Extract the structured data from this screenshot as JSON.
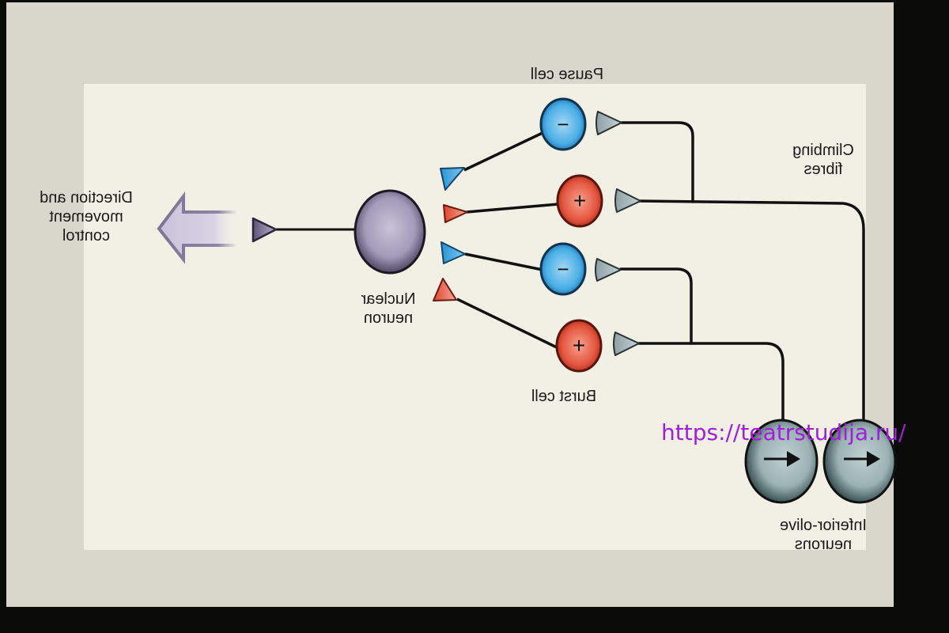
{
  "figure": {
    "mirrored": true,
    "labels": {
      "output": "Direction and\nmovement\ncontrol",
      "nuclear_neuron": "Nuclear\nneuron",
      "pause_cell": "Pause cell",
      "burst_cell": "Burst cell",
      "climbing_fibres": "Climbing\nfibres",
      "inferior_olive": "Inferior-olive\nneurons"
    },
    "cells": [
      {
        "type": "pause",
        "sign": "−",
        "color": "#3aa6e0"
      },
      {
        "type": "burst",
        "sign": "+",
        "color": "#e2503a"
      },
      {
        "type": "pause",
        "sign": "−",
        "color": "#3aa6e0"
      },
      {
        "type": "burst",
        "sign": "+",
        "color": "#e2503a"
      }
    ],
    "olive_neurons": [
      {
        "symbol": "→"
      },
      {
        "symbol": "→"
      }
    ],
    "colors": {
      "nuclear": "#8d86a0",
      "output_arrow": "#a79fbe",
      "inhibitory": "#3aa6e0",
      "excitatory": "#e2503a",
      "climbing_terminal": "#a8b8bc",
      "olive": "#8fa8aa",
      "line": "#111111"
    }
  },
  "watermark": "https://teatrstudija.ru/"
}
